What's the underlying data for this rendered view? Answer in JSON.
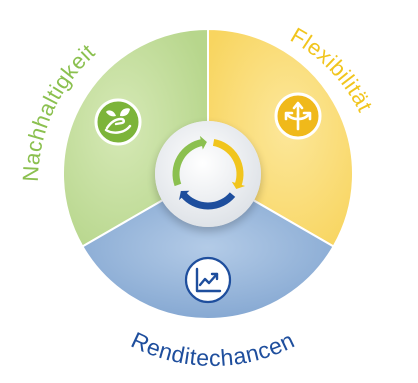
{
  "segments": [
    {
      "id": "nachhaltigkeit",
      "label": "Nachhaltigkeit",
      "icon": "leaf-in-hand-icon",
      "color": "#8bc04f",
      "light": "#c9e0a4"
    },
    {
      "id": "flexibilitaet",
      "label": "Flexibilität",
      "icon": "branching-arrows-icon",
      "color": "#f1c51d",
      "light": "#fbdd7e"
    },
    {
      "id": "renditechancen",
      "label": "Renditechancen",
      "icon": "line-chart-icon",
      "color": "#1e4e9d",
      "light": "#9fbcde"
    }
  ],
  "colors": {
    "center_ring_green": "#8bc04f",
    "center_ring_yellow": "#f1c51d",
    "center_ring_blue": "#1e4e9d",
    "hub": "#f2f4f6"
  }
}
